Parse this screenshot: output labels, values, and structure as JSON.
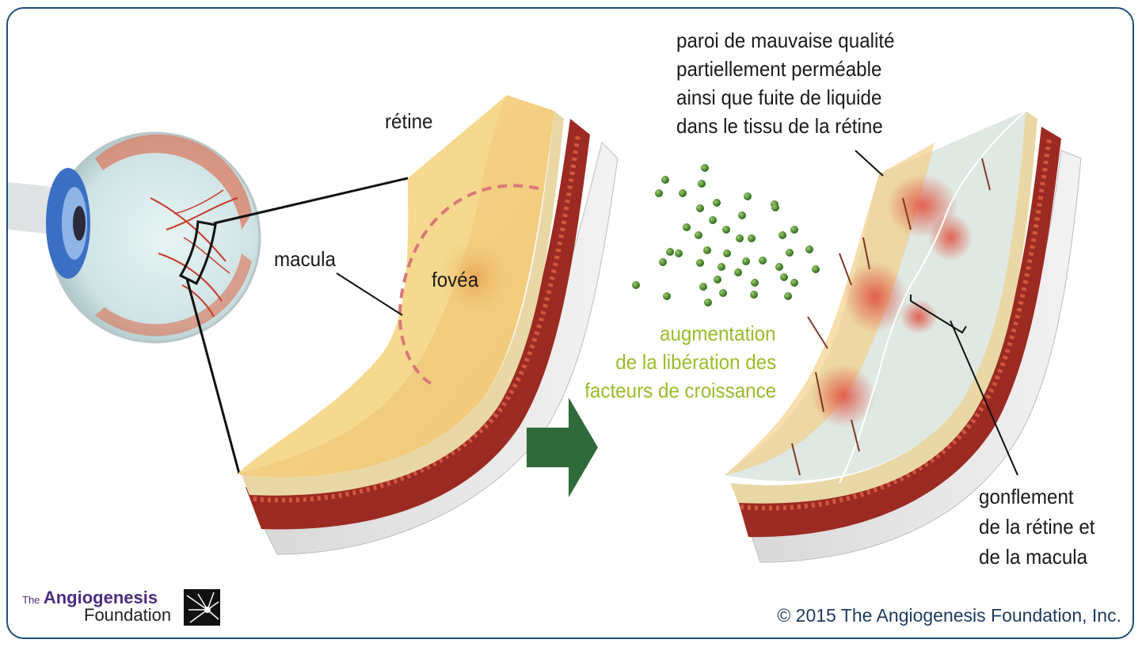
{
  "labels": {
    "retine": "rétine",
    "macula": "macula",
    "fovea": "fovéa",
    "growth_factors": [
      "augmentation",
      "de la libération des",
      "facteurs de croissance"
    ],
    "wall": [
      "paroi de mauvaise qualité",
      "partiellement perméable",
      "ainsi que fuite de liquide",
      "dans le tissu de la rétine"
    ],
    "swelling": [
      "gonflement",
      "de la rétine et",
      "de la macula"
    ]
  },
  "logo": {
    "the": "The",
    "angiogenesis": "Angiogenesis",
    "foundation": "Foundation"
  },
  "copyright": "© 2015 The Angiogenesis Foundation, Inc.",
  "colors": {
    "frame": "#1e4e78",
    "arrow": "#2e6a3a",
    "growth_factor_text": "#9bbb2a",
    "dots": "#3d7a2a",
    "macula_ring": "#d9787a"
  },
  "icons": [
    "eye-illustration",
    "retina-cross-section",
    "swollen-retina-cross-section",
    "right-arrow-icon",
    "foundation-logo-mark"
  ]
}
